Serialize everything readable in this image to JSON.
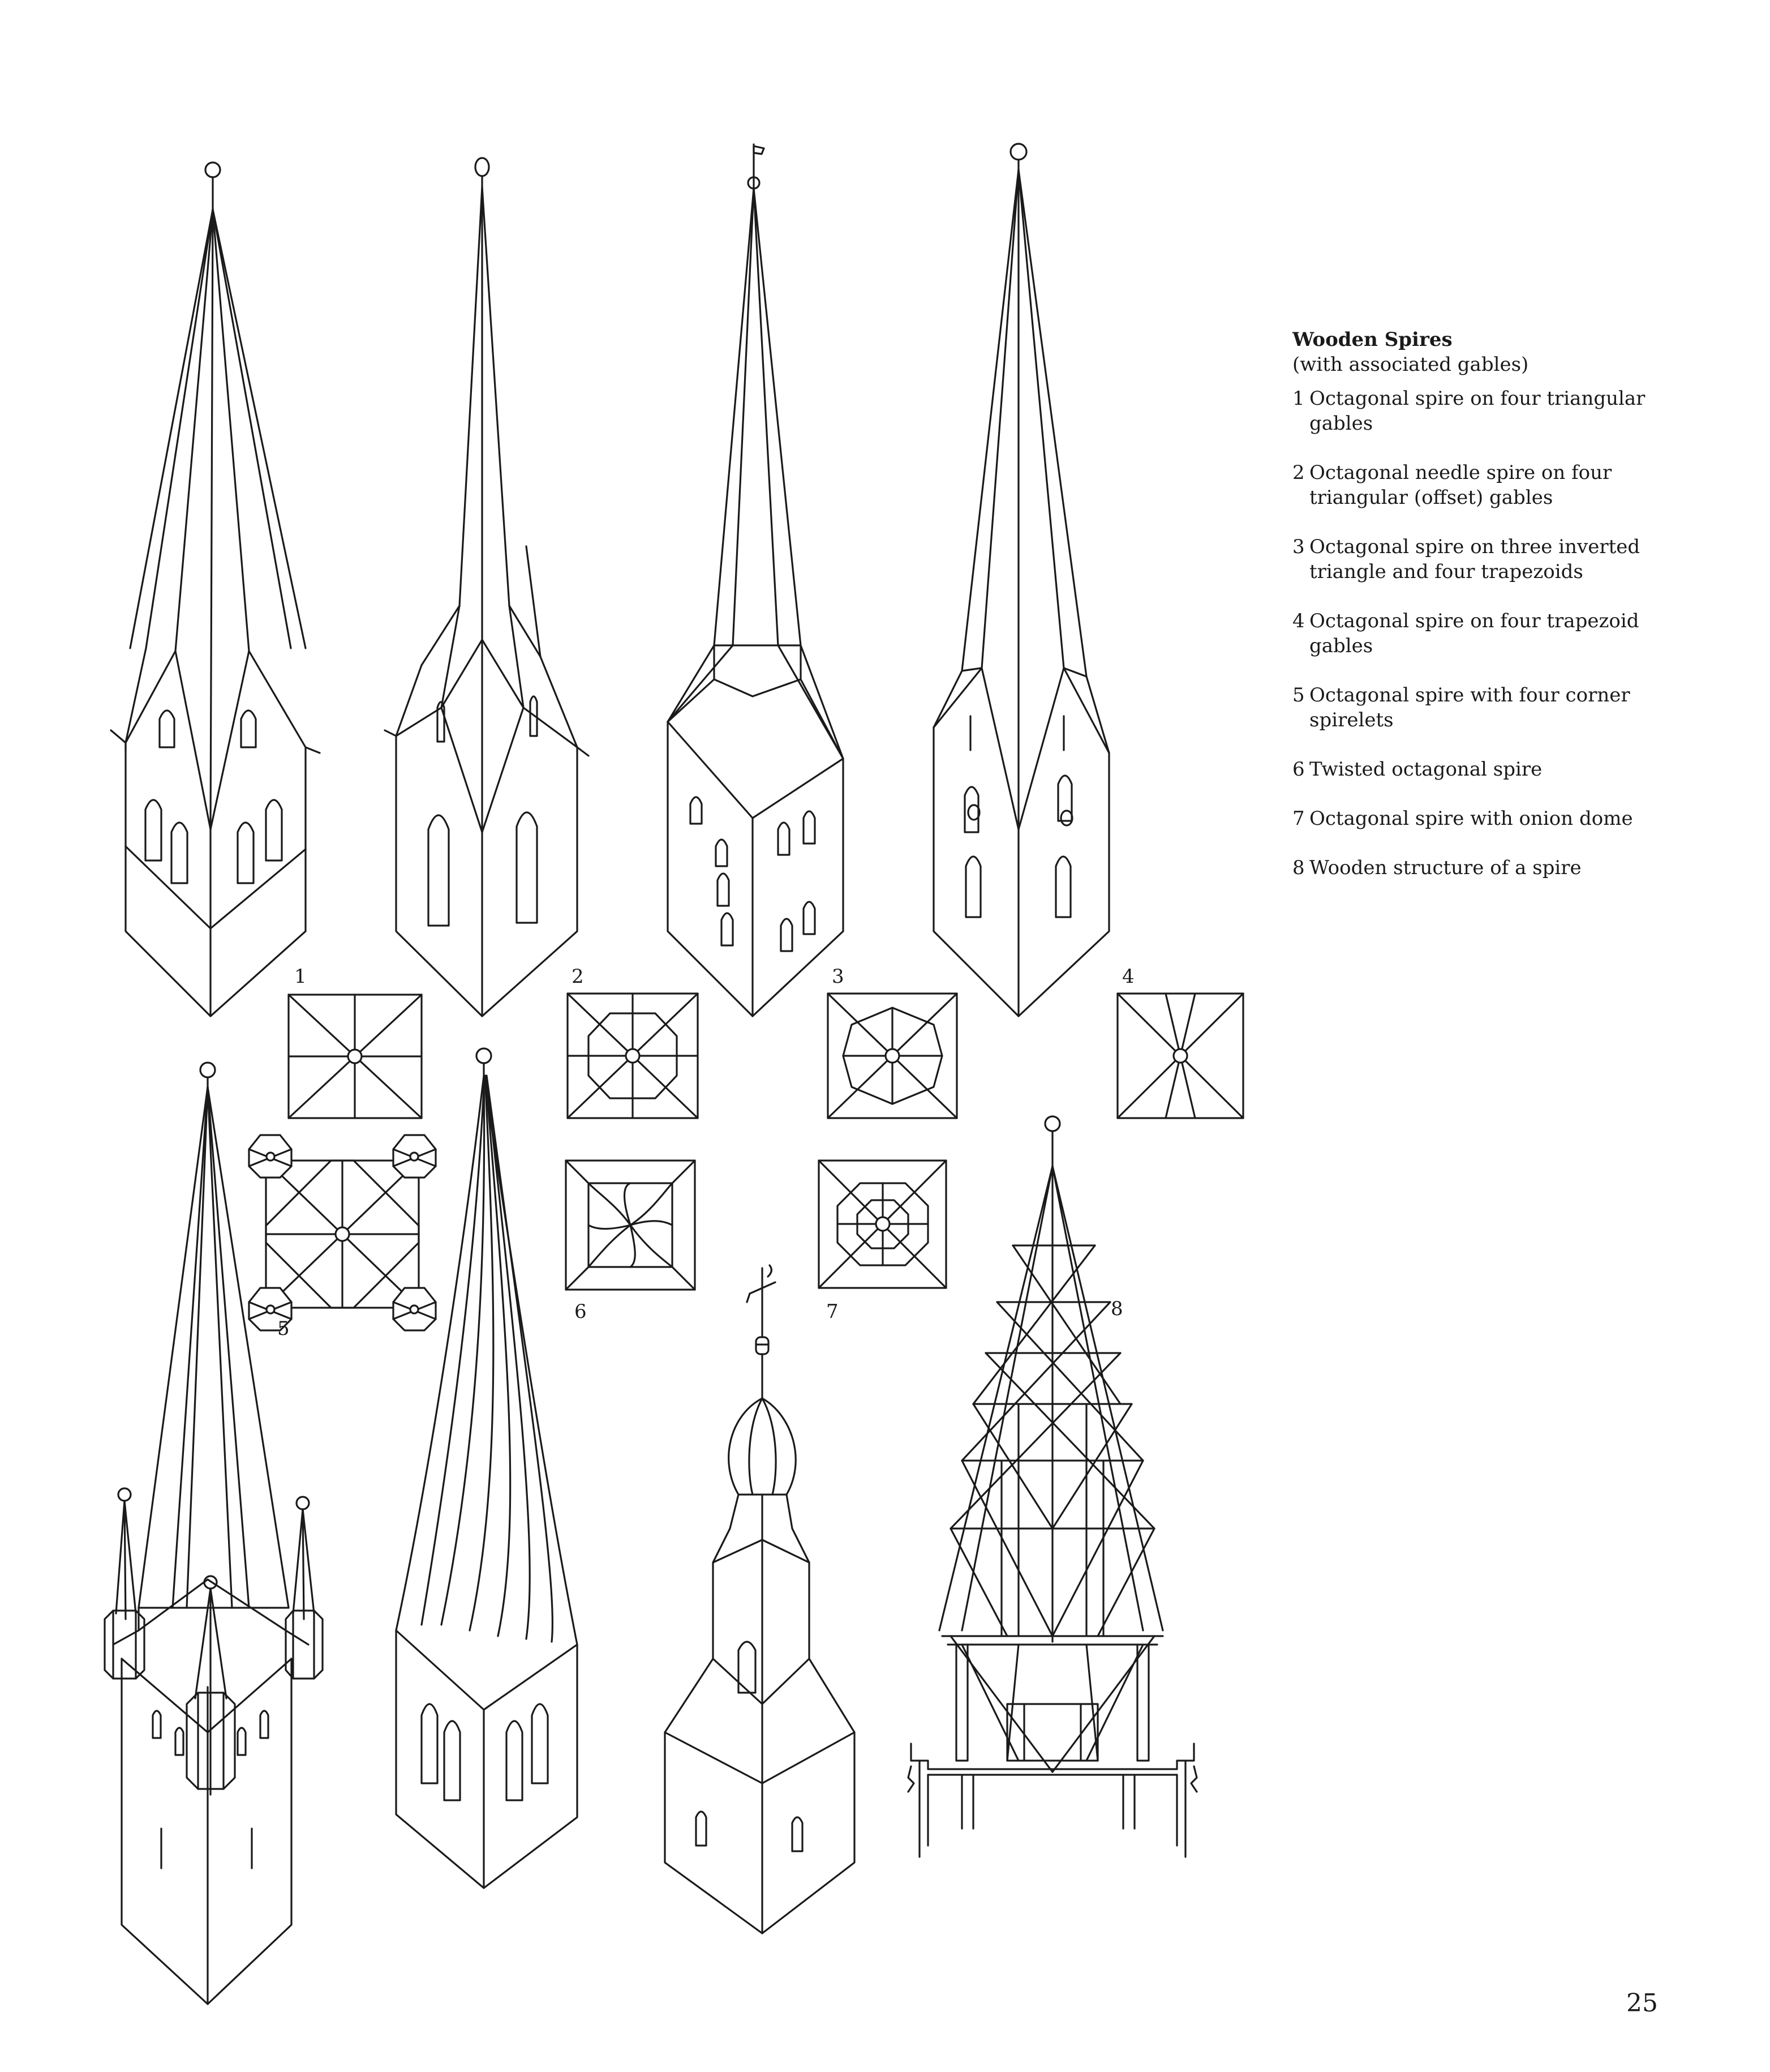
{
  "legend": {
    "title": "Wooden Spires",
    "subtitle": "(with associated gables)",
    "items": [
      {
        "num": "1",
        "text": "Octagonal spire on four triangular gables"
      },
      {
        "num": "2",
        "text": "Octagonal needle spire on four triangular (offset) gables"
      },
      {
        "num": "3",
        "text": "Octagonal spire on three inverted triangle and four trapezoids"
      },
      {
        "num": "4",
        "text": "Octagonal spire on four trapezoid gables"
      },
      {
        "num": "5",
        "text": "Octagonal spire with four corner spirelets"
      },
      {
        "num": "6",
        "text": "Twisted octagonal spire"
      },
      {
        "num": "7",
        "text": "Octagonal spire with onion dome"
      },
      {
        "num": "8",
        "text": "Wooden structure of a spire"
      }
    ]
  },
  "figure_numbers": [
    "1",
    "2",
    "3",
    "4",
    "5",
    "6",
    "7",
    "8"
  ],
  "page_number": "25"
}
